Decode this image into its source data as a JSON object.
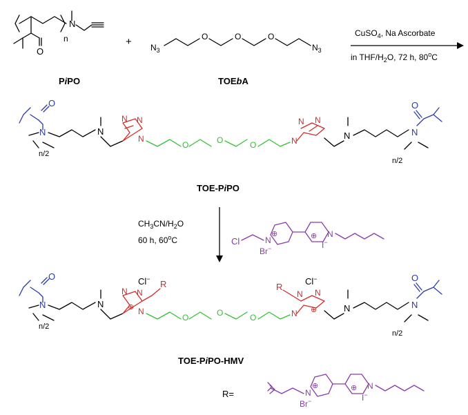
{
  "colors": {
    "bond": "#000000",
    "polymer_amide": "#2a3aa8",
    "triazole": "#d42a2a",
    "oligoethylene": "#33c233",
    "viologen": "#8a3aa8"
  },
  "reaction1": {
    "reactant1_label": "PiPO",
    "reactant1_label_parts": [
      "P",
      "i",
      "PO"
    ],
    "plus": "+",
    "reactant2_label": "TOEbA",
    "reactant2_label_parts": [
      "TOE",
      "b",
      "A"
    ],
    "conditions_line1": "CuSO4, Na Ascorbate",
    "conditions_line1_parts": [
      "CuSO",
      "4",
      ", Na Ascorbate"
    ],
    "conditions_line2": "in THF/H2O, 72 h, 80oC",
    "conditions_line2_parts": [
      "in THF/H",
      "2",
      "O, 72 h, 80",
      "o",
      "C"
    ],
    "repeat_n": "n",
    "azide": "N3"
  },
  "intermediate": {
    "label": "TOE-PiPO",
    "label_parts": [
      "TOE-P",
      "i",
      "PO"
    ],
    "repeat_left": "n/2",
    "repeat_right": "n/2"
  },
  "reaction2": {
    "conditions_line1": "CH3CN/H2O",
    "conditions_line1_parts": [
      "CH",
      "3",
      "CN/H",
      "2",
      "O"
    ],
    "conditions_line2": "60 h, 60oC",
    "conditions_line2_parts": [
      "60 h, 60",
      "o",
      "C"
    ],
    "reagent_chlorine": "Cl",
    "reagent_bromide": "Br",
    "reagent_iodide": "I",
    "charge": "⊕",
    "minus": "−"
  },
  "product": {
    "label": "TOE-PiPO-HMV",
    "label_parts": [
      "TOE-P",
      "i",
      "PO-HMV"
    ],
    "counterion": "Cl",
    "substituent": "R",
    "repeat_left": "n/2",
    "repeat_right": "n/2"
  },
  "r_definition": {
    "label": "R=",
    "bromide": "Br",
    "iodide": "I"
  },
  "atoms": {
    "N": "N",
    "O": "O"
  }
}
